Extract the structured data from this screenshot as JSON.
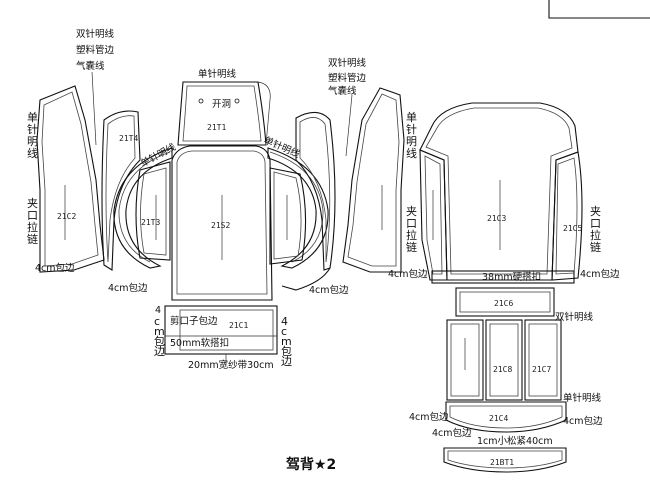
{
  "title": "驾背★2",
  "top_right_frame": true,
  "left_side": {
    "double_stitch_lines": [
      "双针明线",
      "塑料管边",
      "气囊线"
    ],
    "single_needle_vertical": "单针明线",
    "zipper_vertical": "夹口拉链",
    "edge_binding": "4cm包边",
    "edge_binding_2": "4cm包边",
    "piece_c2": "21C2",
    "piece_t4": "21T4",
    "piece_t3": "21T3",
    "stitch_arc": "单针明线"
  },
  "center": {
    "single_needle_top": "单针明线",
    "hole": "开洞",
    "piece_t1": "21T1",
    "piece_s2": "21S2",
    "piece_c1": "21C1",
    "pocket_binding": "剪口子包边",
    "velcro": "50mm软搭扣",
    "strap": "20mm宽纱带30cm",
    "side_4": "4",
    "side_cm_bind": "cm包边",
    "side_4cm": "4cm包边",
    "edge_binding_right": "4cm包边",
    "stitch_arc_right": "单针明线"
  },
  "right_side": {
    "double_stitch_lines": [
      "双针明线",
      "塑料管边",
      "气囊线"
    ],
    "single_needle_vertical": "单针明线",
    "zipper_vertical": "夹口拉链",
    "zipper_vertical_right": "夹口拉链",
    "edge_binding": "4cm包边",
    "edge_binding_right": "4cm包边",
    "piece_c3": "21C3",
    "piece_c5": "21C5",
    "hard_velcro": "38mm硬搭扣",
    "piece_c6": "21C6",
    "double_stitch": "双针明线",
    "piece_c8": "21C8",
    "piece_c7": "21C7",
    "single_stitch": "单针明线",
    "piece_c4": "21C4",
    "bind_left": "4cm包边",
    "bind_right": "4cm包边",
    "bind_bottom": "4cm包边",
    "elastic": "1cm小松紧40cm",
    "piece_bt1": "21BT1"
  }
}
